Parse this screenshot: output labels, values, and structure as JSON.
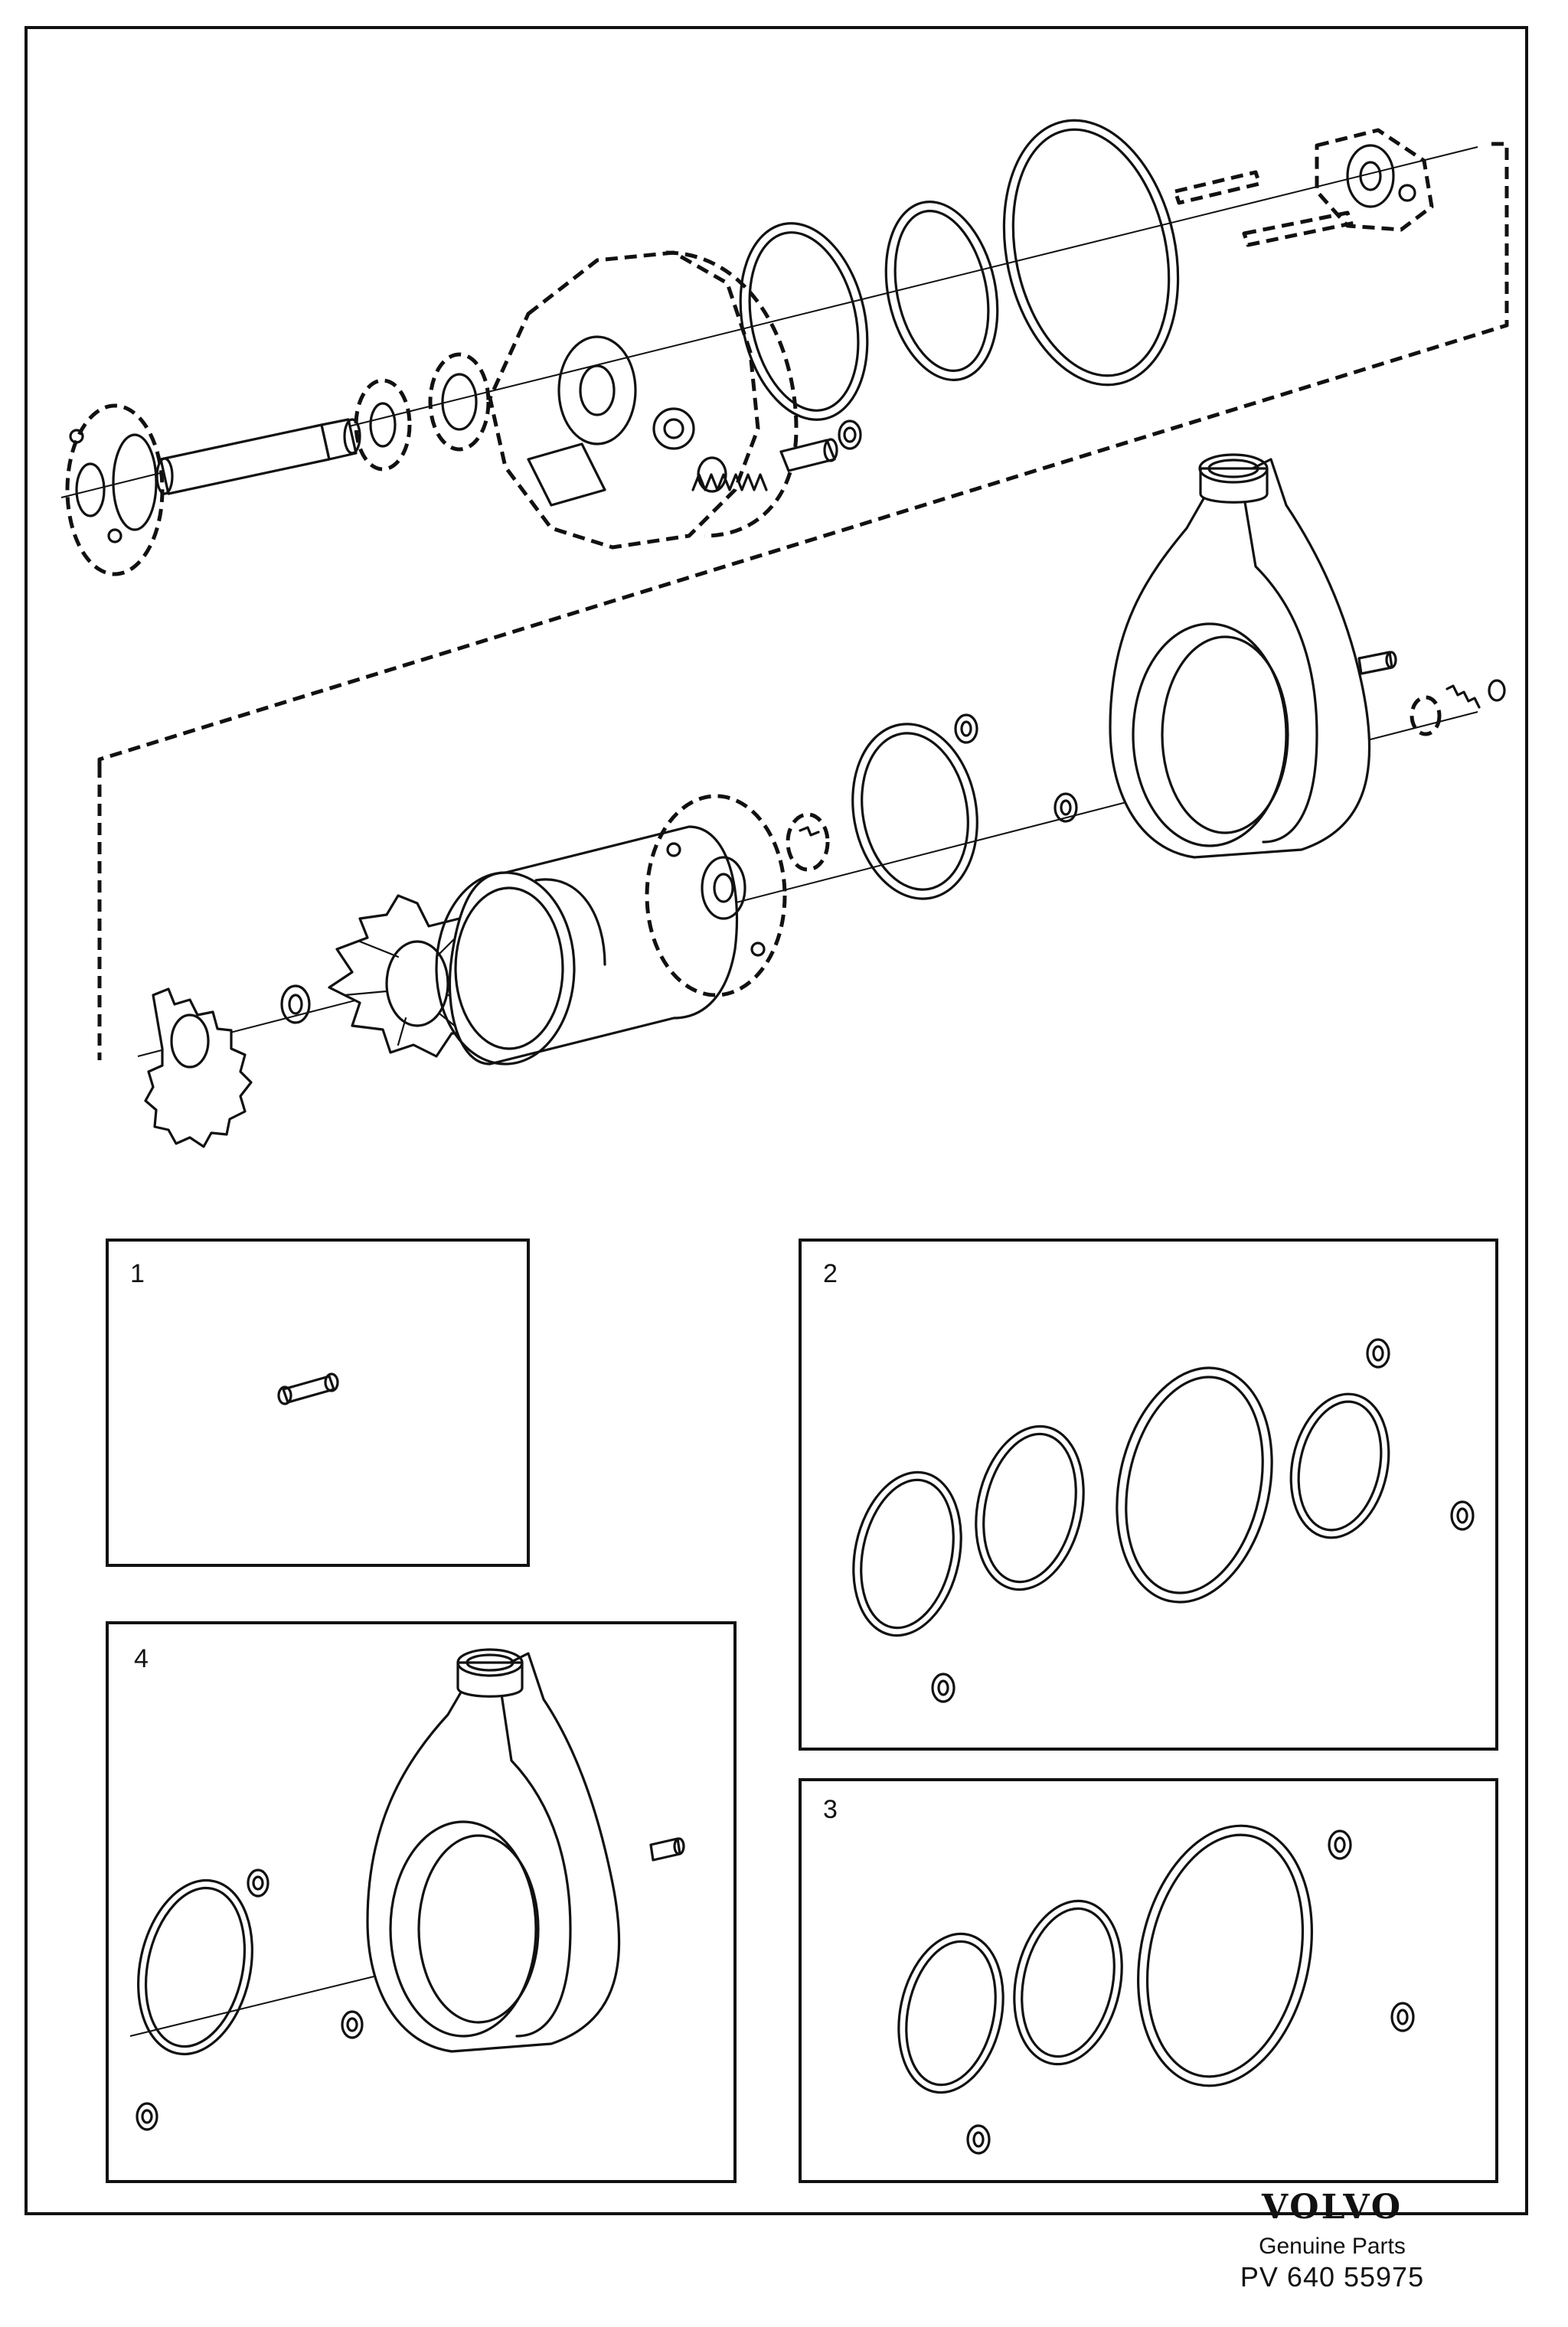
{
  "diagram": {
    "boxes": [
      {
        "label": "1"
      },
      {
        "label": "2"
      },
      {
        "label": "3"
      },
      {
        "label": "4"
      }
    ]
  },
  "footer": {
    "brand": "VOLVO",
    "tagline": "Genuine Parts",
    "code": "PV 640 55975"
  }
}
